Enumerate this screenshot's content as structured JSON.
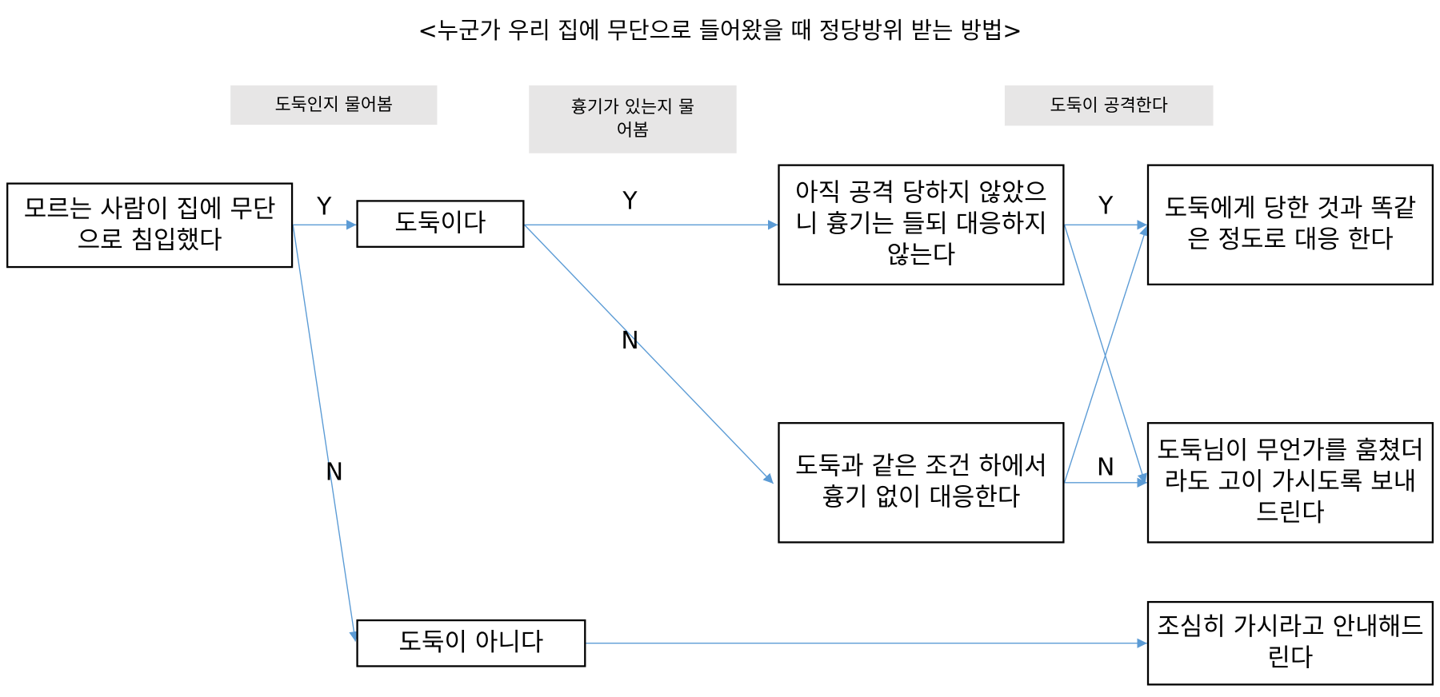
{
  "title": "<누군가 우리 집에 무단으로 들어왔을 때 정당방위 받는 방법>",
  "stage_labels": [
    "도둑인지 물어봄",
    "흉기가 있는지 물어봄",
    "도둑이 공격한다"
  ],
  "nodes": {
    "start": "모르는 사람이 집에 무단으로 침입했다",
    "thief": "도둑이다",
    "not_thief": "도둑이 아니다",
    "not_attacked": "아직 공격 당하지 않았으니 흉기는 들되 대응하지 않는다",
    "no_weapon": "도둑과 같은 조건 하에서 흉기 없이 대응한다",
    "same_degree": "도둑에게 당한 것과 똑같은 정도로 대응 한다",
    "let_go": "도둑님이 무언가를 훔쳤더라도 고이 가시도록 보내드린다",
    "guide_out": "조심히 가시라고 안내해드린다"
  },
  "edge_labels": {
    "yes": "Y",
    "no": "N"
  },
  "colors": {
    "connector": "#5B9BD5",
    "tag_bg": "#E7E6E6"
  }
}
